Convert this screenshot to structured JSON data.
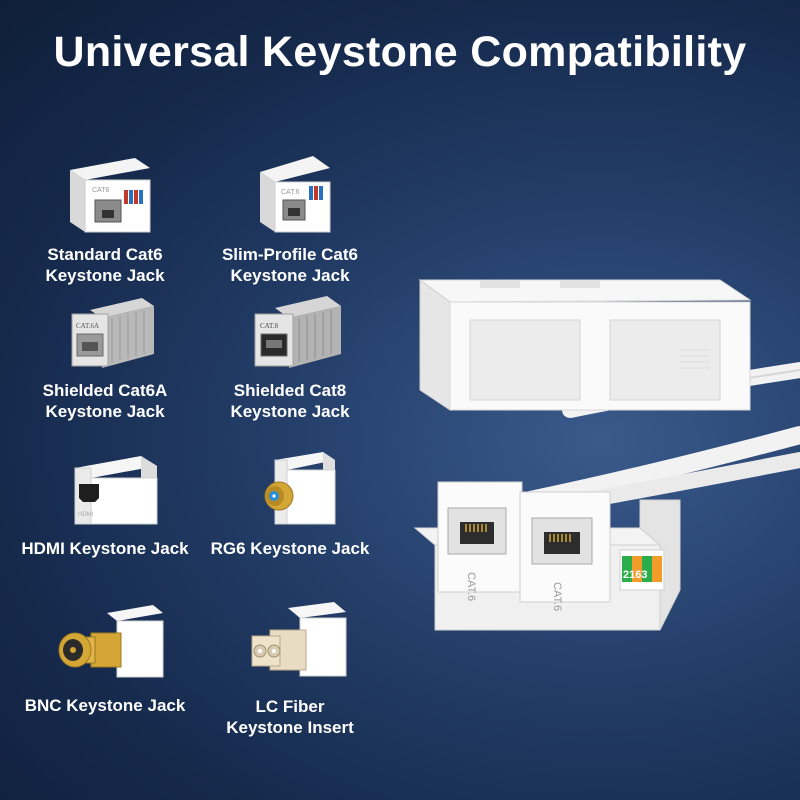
{
  "title": "Universal Keystone Compatibility",
  "items": [
    {
      "line1": "Standard Cat6",
      "line2": "Keystone Jack",
      "jack_text": "CAT6"
    },
    {
      "line1": "Slim-Profile Cat6",
      "line2": "Keystone Jack",
      "jack_text": "CAT.6"
    },
    {
      "line1": "Shielded Cat6A",
      "line2": "Keystone Jack",
      "jack_text": "CAT.6A"
    },
    {
      "line1": "Shielded Cat8",
      "line2": "Keystone Jack",
      "jack_text": "CAT.8"
    },
    {
      "line1": "HDMI Keystone Jack",
      "line2": "",
      "jack_text": "HDMI"
    },
    {
      "line1": "RG6 Keystone Jack",
      "line2": ""
    },
    {
      "line1": "BNC Keystone Jack",
      "line2": ""
    },
    {
      "line1": "LC Fiber",
      "line2": "Keystone Insert"
    }
  ],
  "product": {
    "port_label": "CAT.6",
    "code_label": "2163"
  },
  "colors": {
    "bg_dark": "#0f1f3a",
    "bg_light": "#3a5a8c",
    "gold": "#d4a636",
    "fiber_beige": "#e9dcc4"
  }
}
